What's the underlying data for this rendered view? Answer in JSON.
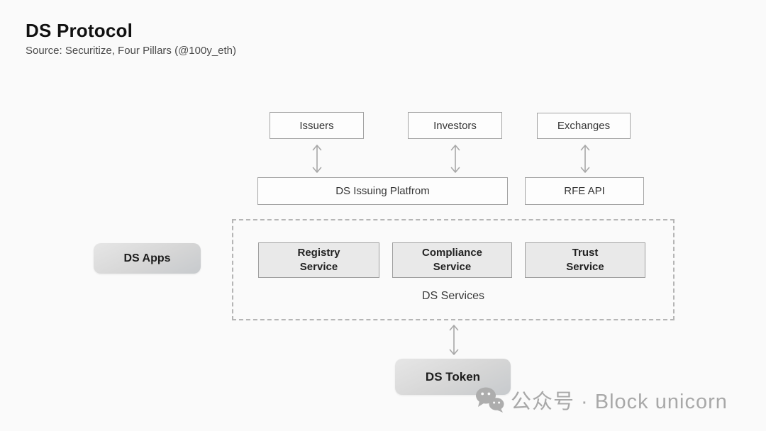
{
  "header": {
    "title": "DS Protocol",
    "source": "Source: Securitize, Four Pillars (@100y_eth)"
  },
  "diagram": {
    "actors": [
      {
        "label": "Issuers"
      },
      {
        "label": "Investors"
      },
      {
        "label": "Exchanges"
      }
    ],
    "platforms": [
      {
        "label": "DS Issuing Platfrom"
      },
      {
        "label": "RFE API"
      }
    ],
    "services_group": {
      "label": "DS Services",
      "services": [
        {
          "label": [
            "Registry",
            "Service"
          ]
        },
        {
          "label": [
            "Compliance",
            "Service"
          ]
        },
        {
          "label": [
            "Trust",
            "Service"
          ]
        }
      ]
    },
    "ds_apps": {
      "label": "DS Apps"
    },
    "ds_token": {
      "label": "DS Token"
    },
    "connections": [
      "Issuers <-> DS Issuing Platfrom",
      "Investors <-> DS Issuing Platfrom",
      "Exchanges <-> RFE API",
      "DS Services <-> DS Token"
    ]
  },
  "watermark": {
    "icon": "wechat-icon",
    "text": "公众号 · Block unicorn"
  },
  "colors": {
    "background": "#fafafa",
    "box_border": "#a3a3a3",
    "box_fill": "#fdfdfd",
    "service_fill": "#e9e9e9",
    "arrow": "#a8a8a8",
    "watermark_gray": "#a8a8a8"
  }
}
